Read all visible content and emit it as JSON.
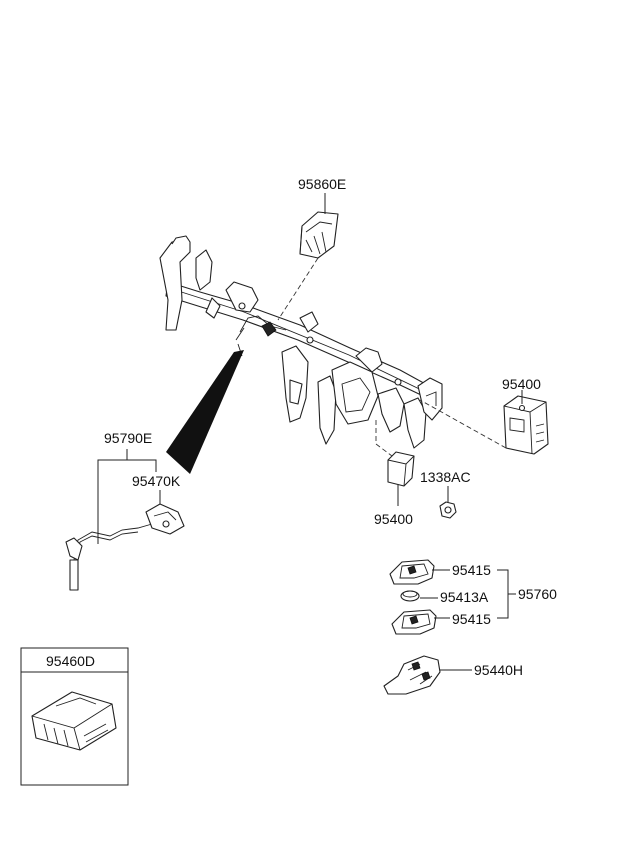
{
  "labels": {
    "p95860E": "95860E",
    "p95400_right": "95400",
    "p1338AC": "1338AC",
    "p95400_bottom": "95400",
    "p95790E": "95790E",
    "p95470K": "95470K",
    "p95415_top": "95415",
    "p95413A": "95413A",
    "p95415_bottom": "95415",
    "p95760": "95760",
    "p95440H": "95440H",
    "p95460D": "95460D"
  }
}
